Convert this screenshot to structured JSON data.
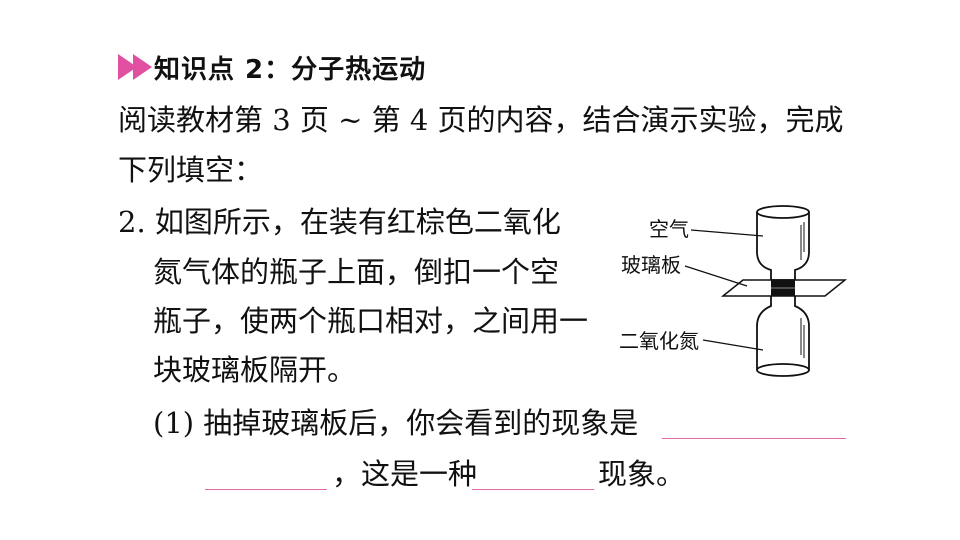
{
  "heading": {
    "text": "知识点 2：分子热运动",
    "arrow_color": "#e04fa0"
  },
  "intro": {
    "line1": "阅读教材第 3 页 ~ 第 4 页的内容，结合演示实验，完成",
    "line2": "下列填空："
  },
  "question": {
    "line1": "2. 如图所示，在装有红棕色二氧化",
    "line2": "氮气体的瓶子上面，倒扣一个空",
    "line3": "瓶子，使两个瓶口相对，之间用一",
    "line4": "块玻璃板隔开。"
  },
  "sub1": {
    "line1": "(1) 抽掉玻璃板后，你会看到的现象是",
    "part2": "，这是一种",
    "part3": "现象。",
    "blank_color": "#e06aa8"
  },
  "figure": {
    "label_air": "空气",
    "label_glass": "玻璃板",
    "label_no2": "二氧化氮"
  }
}
